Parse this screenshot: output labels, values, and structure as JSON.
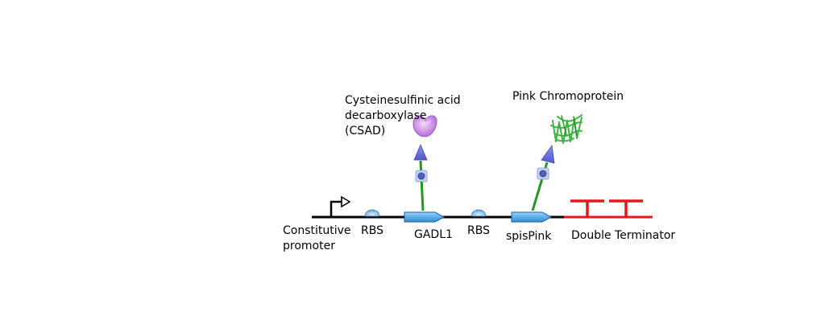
{
  "labels": {
    "promoter": "Constitutive\npromoter",
    "rbs_1": "RBS",
    "gene_1": "GADL1",
    "rbs_2": "RBS",
    "gene_2": "spisPink",
    "terminator": "Double Terminator",
    "protein_1": "Cysteinesulfinic acid\ndecarboxylase\n(CSAD)",
    "protein_2": "Pink Chromoprotein"
  },
  "colors": {
    "backbone": "#000000",
    "cds_fill": "#5aaeea",
    "cds_stroke": "#1f5f9a",
    "rbs_fill": "#6fb4e8",
    "terminator": "#e8161b",
    "expression_arrow": "#1f9a1f",
    "arrow_head": "#6f71e0",
    "enzyme": "#c27ae0",
    "chromoprotein": "#3fb43f"
  },
  "icons": {
    "promoter": "bent-arrow-icon",
    "rbs": "half-circle-icon",
    "cds": "block-arrow-icon",
    "terminator": "t-shape-icon",
    "enzyme": "protein-blob-icon",
    "chromoprotein": "beta-barrel-icon"
  }
}
